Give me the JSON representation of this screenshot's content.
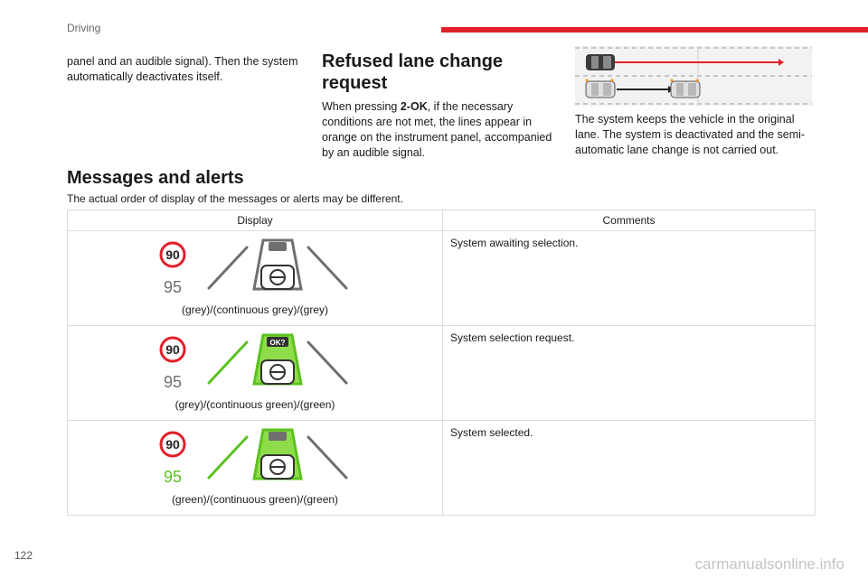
{
  "header": {
    "section": "Driving",
    "accent_color": "#e3202a"
  },
  "page_number": "122",
  "watermark": "carmanualsonline.info",
  "col1": {
    "text": "panel and an audible signal). Then the system automatically deactivates itself."
  },
  "col2": {
    "heading": "Refused lane change request",
    "text_before": "When pressing ",
    "text_bold": "2-OK",
    "text_after": ", if the necessary conditions are not met, the lines appear in orange on the instrument panel, accompanied by an audible signal."
  },
  "col3": {
    "text": "The system keeps the vehicle in the original lane. The system is deactivated and the semi-automatic lane change is not carried out."
  },
  "messages": {
    "title": "Messages and alerts",
    "intro": "The actual order of display of the messages or alerts may be different.",
    "col_display": "Display",
    "col_comments": "Comments",
    "rows": [
      {
        "speed_limit": "90",
        "speed_set": "95",
        "caption": "(grey)/(continuous grey)/(grey)",
        "comment": "System awaiting selection."
      },
      {
        "speed_limit": "90",
        "speed_set": "95",
        "ok_label": "OK?",
        "caption": "(grey)/(continuous green)/(green)",
        "comment": "System selection request."
      },
      {
        "speed_limit": "90",
        "speed_set": "95",
        "caption": "(green)/(continuous green)/(green)",
        "comment": "System selected."
      }
    ]
  },
  "colors": {
    "grey": "#6f6f6f",
    "green": "#5bc21e",
    "red_ring": "#e3202a",
    "orange": "#f39a1e"
  }
}
